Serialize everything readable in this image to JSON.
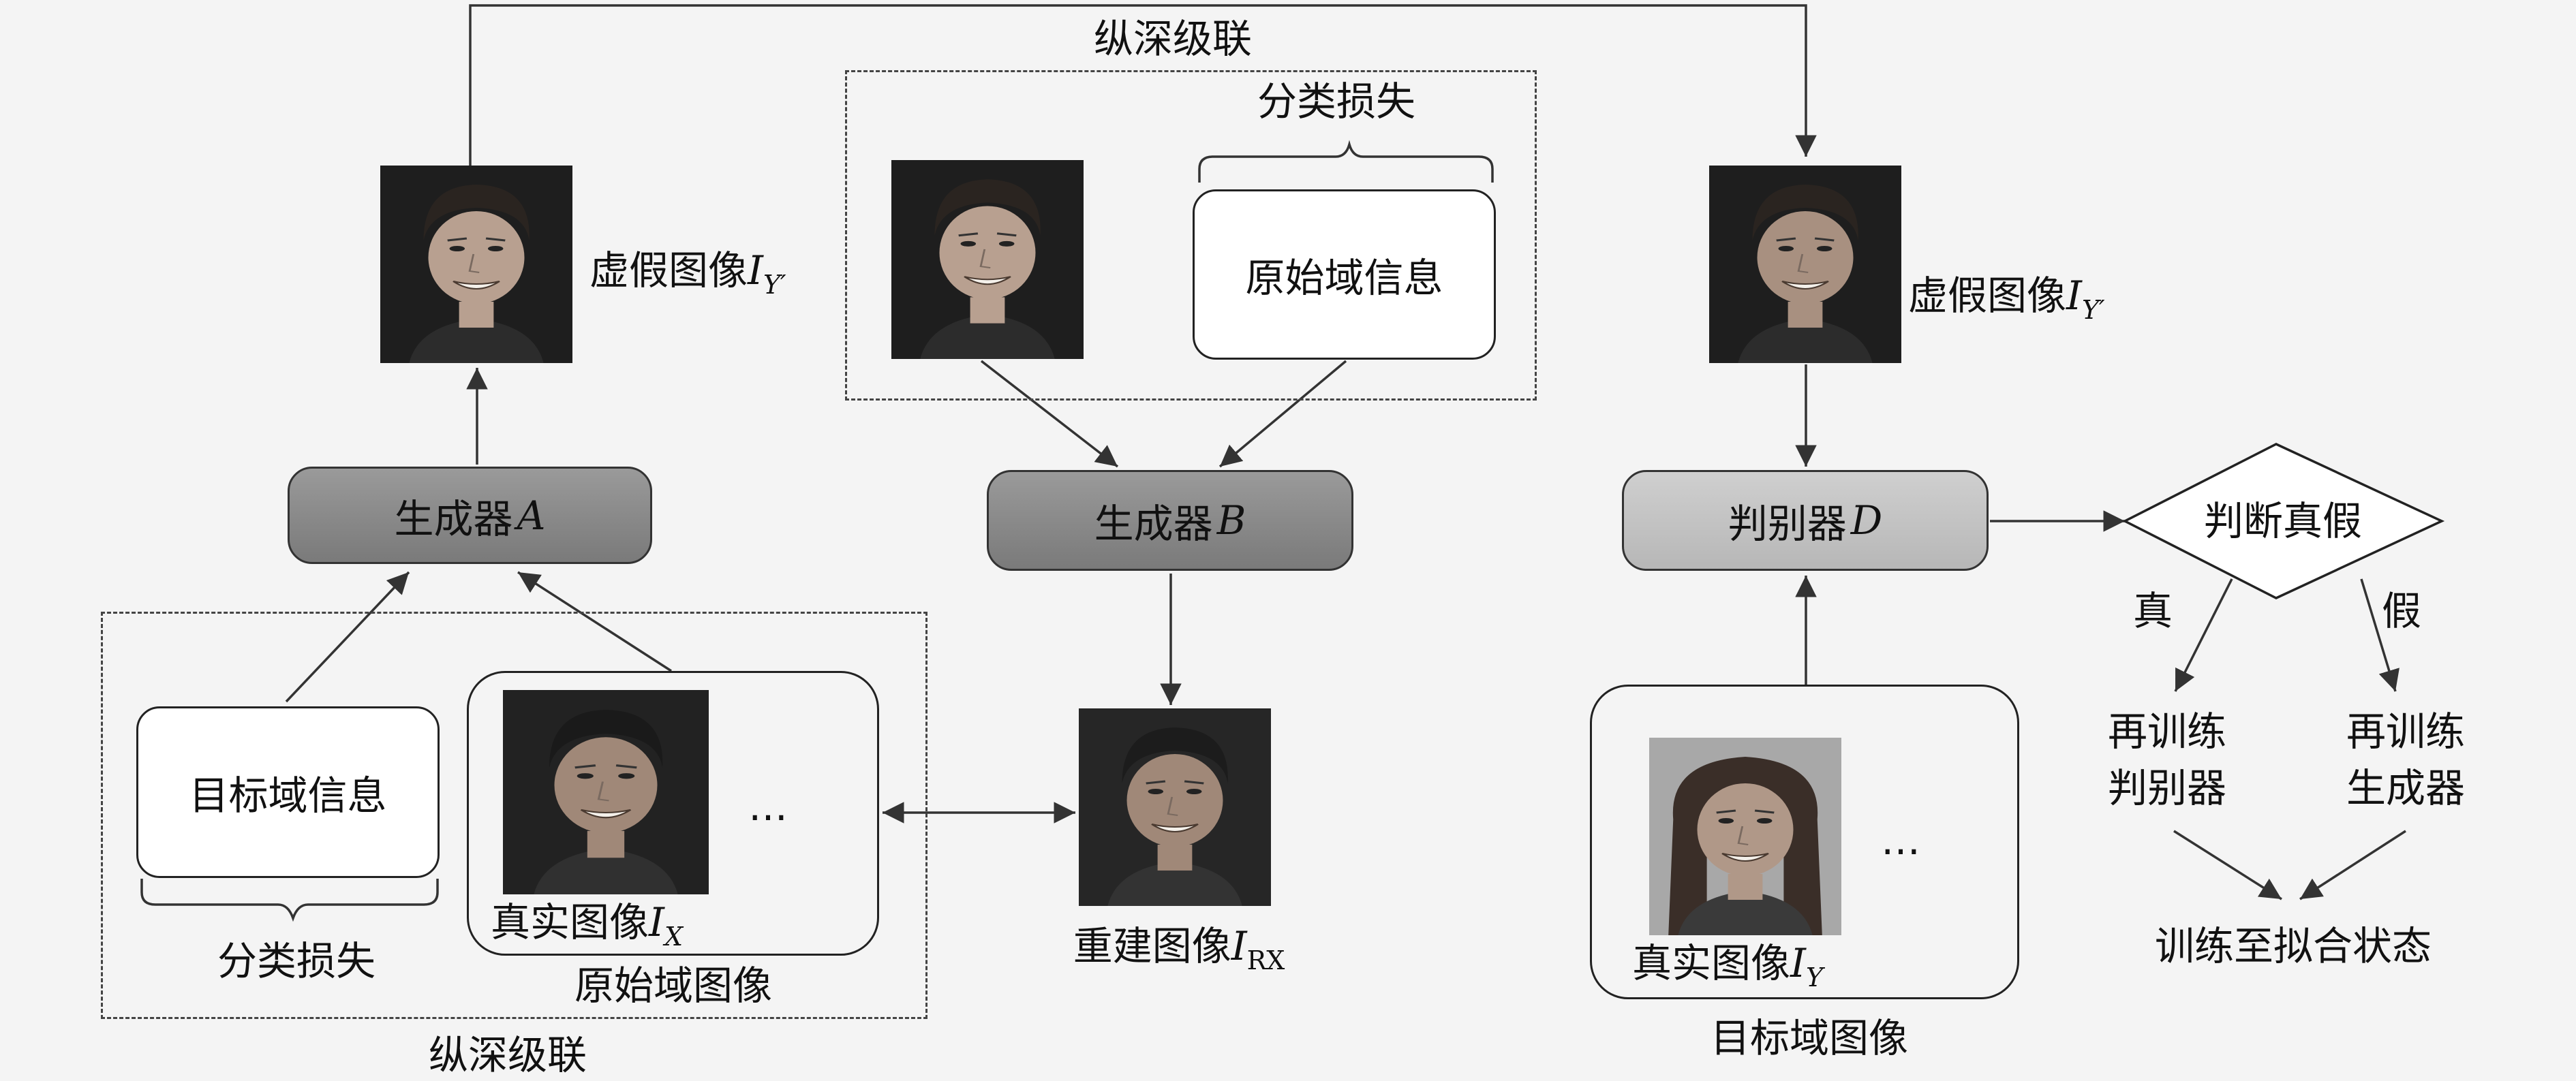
{
  "cascade_top": "纵深级联",
  "cascade_bottom": "纵深级联",
  "fake_image_left": {
    "text": "虚假图像",
    "sym": "I",
    "sub": "Y′"
  },
  "fake_image_right": {
    "text": "虚假图像",
    "sym": "I",
    "sub": "Y′"
  },
  "class_loss_top": "分类损失",
  "class_loss_bottom": "分类损失",
  "source_domain_info": "原始域信息",
  "target_domain_info": "目标域信息",
  "generator_a": {
    "text": "生成器",
    "sym": "A"
  },
  "generator_b": {
    "text": "生成器",
    "sym": "B"
  },
  "discriminator": {
    "text": "判别器",
    "sym": "D"
  },
  "judge": "判断真假",
  "true_label": "真",
  "false_label": "假",
  "retrain_discriminator": [
    "再训练",
    "判别器"
  ],
  "retrain_generator": [
    "再训练",
    "生成器"
  ],
  "train_to_fit": "训练至拟合状态",
  "real_image_x": {
    "text": "真实图像",
    "sym": "I",
    "sub": "X"
  },
  "real_image_y": {
    "text": "真实图像",
    "sym": "I",
    "sub": "Y"
  },
  "ellipsis": "…",
  "source_domain_images": "原始域图像",
  "target_domain_images": "目标域图像",
  "reconstructed_image": {
    "text": "重建图像",
    "sym": "I",
    "sub": "RX"
  },
  "colors": {
    "generator": "#8a8a8a",
    "discriminator": "#c4c4c4",
    "background": "#f4f4f4"
  }
}
